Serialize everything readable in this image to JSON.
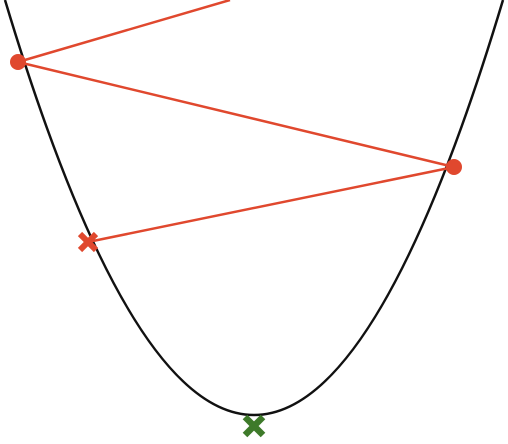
{
  "diagram": {
    "colors": {
      "background": "#ffffff",
      "curve": "#111111",
      "path": "#e0482e",
      "minimum_marker": "#3e7a2a"
    },
    "curve": {
      "type": "parabola"
    },
    "path_points": [
      {
        "marker": "dot"
      },
      {
        "marker": "dot"
      },
      {
        "marker": "x-icon"
      }
    ],
    "minimum_marker": {
      "marker": "x-icon"
    }
  }
}
